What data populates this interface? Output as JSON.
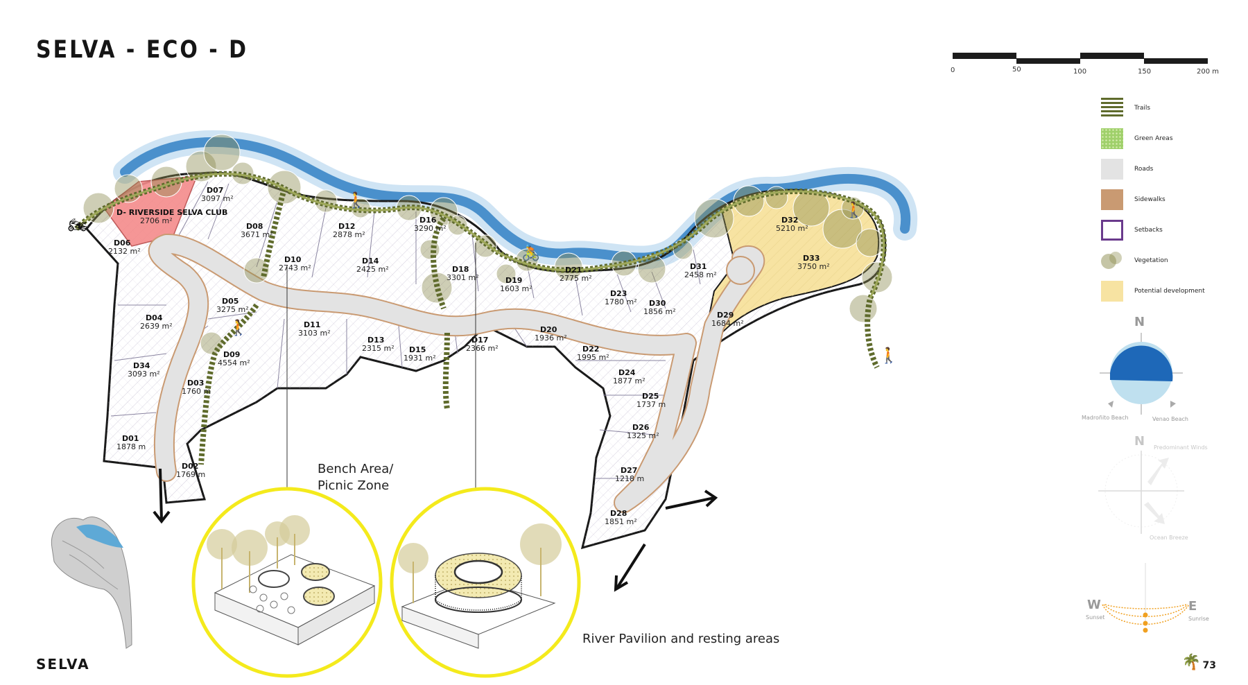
{
  "title": "SELVA - ECO - D",
  "brand": "SELVA",
  "page_number": "73",
  "scale_bar": {
    "labels": [
      "0",
      "50",
      "100",
      "150",
      "200 m"
    ]
  },
  "legend": [
    {
      "label": "Trails",
      "icon": "trails-swatch"
    },
    {
      "label": "Green Areas",
      "color": "#9fd06a"
    },
    {
      "label": "Roads",
      "color": "#e3e3e3"
    },
    {
      "label": "Sidewalks",
      "color": "#c99a72"
    },
    {
      "label": "Setbacks",
      "color": "#6a3a8c"
    },
    {
      "label": "Vegetation",
      "icon": "vegetation-swatch"
    },
    {
      "label": "Potential development",
      "color": "#f7e3a2"
    }
  ],
  "club": {
    "name": "D- RIVERSIDE SELVA CLUB",
    "area": "2706 m²"
  },
  "lots": [
    {
      "id": "D01",
      "area": "1878 m"
    },
    {
      "id": "D02",
      "area": "1769 m"
    },
    {
      "id": "D03",
      "area": "1760 m"
    },
    {
      "id": "D04",
      "area": "2639 m²"
    },
    {
      "id": "D05",
      "area": "3275 m²"
    },
    {
      "id": "D06",
      "area": "2132 m²"
    },
    {
      "id": "D07",
      "area": "3097 m²"
    },
    {
      "id": "D08",
      "area": "3671 m²"
    },
    {
      "id": "D09",
      "area": "4554 m²"
    },
    {
      "id": "D10",
      "area": "2743 m²"
    },
    {
      "id": "D11",
      "area": "3103 m²"
    },
    {
      "id": "D12",
      "area": "2878 m²"
    },
    {
      "id": "D13",
      "area": "2315 m²"
    },
    {
      "id": "D14",
      "area": "2425 m²"
    },
    {
      "id": "D15",
      "area": "1931 m²"
    },
    {
      "id": "D16",
      "area": "3290 m²"
    },
    {
      "id": "D17",
      "area": "2366 m²"
    },
    {
      "id": "D18",
      "area": "3301 m²"
    },
    {
      "id": "D19",
      "area": "1603 m²"
    },
    {
      "id": "D20",
      "area": "1936 m²"
    },
    {
      "id": "D21",
      "area": "2775 m²"
    },
    {
      "id": "D22",
      "area": "1995 m²"
    },
    {
      "id": "D23",
      "area": "1780 m²"
    },
    {
      "id": "D24",
      "area": "1877 m²"
    },
    {
      "id": "D25",
      "area": "1737 m"
    },
    {
      "id": "D26",
      "area": "1325 m²"
    },
    {
      "id": "D27",
      "area": "1218 m"
    },
    {
      "id": "D28",
      "area": "1851 m²"
    },
    {
      "id": "D29",
      "area": "1684 m²"
    },
    {
      "id": "D30",
      "area": "1856 m²"
    },
    {
      "id": "D31",
      "area": "2458 m²"
    },
    {
      "id": "D32",
      "area": "5210 m²"
    },
    {
      "id": "D33",
      "area": "3750 m²"
    },
    {
      "id": "D34",
      "area": "3093 m²"
    }
  ],
  "callouts": {
    "bench_line1": "Bench Area/",
    "bench_line2": "Picnic Zone",
    "pavilion": "River Pavilion and resting areas"
  },
  "compass": {
    "north": "N",
    "beach_left": "Madroñito Beach",
    "beach_right": "Venao Beach",
    "winds_north": "N",
    "winds_label": "Predominant Winds",
    "breeze_label": "Ocean Breeze",
    "west": "W",
    "east": "E",
    "sunset": "Sunset",
    "sunrise": "Sunrise"
  },
  "colors": {
    "river": "#4a90cc",
    "trail": "#5f6b2c",
    "club": "#f48b8b",
    "potential": "#f7e3a2",
    "road": "#e3e3e3",
    "sidewalk": "#c99a72",
    "compass_blue": "#1e68b8",
    "callout_ring": "#f4ea1c"
  }
}
